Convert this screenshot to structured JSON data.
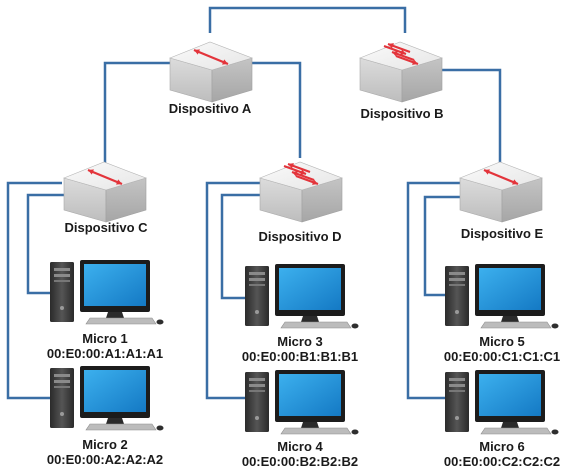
{
  "devices": {
    "a": {
      "label": "Dispositivo A",
      "kind": "hub-icon"
    },
    "b": {
      "label": "Dispositivo B",
      "kind": "switch-icon"
    },
    "c": {
      "label": "Dispositivo C",
      "kind": "hub-icon"
    },
    "d": {
      "label": "Dispositivo D",
      "kind": "switch-icon"
    },
    "e": {
      "label": "Dispositivo E",
      "kind": "hub-icon"
    }
  },
  "computers": [
    {
      "name": "Micro 1",
      "mac": "00:E0:00:A1:A1:A1"
    },
    {
      "name": "Micro 2",
      "mac": "00:E0:00:A2:A2:A2"
    },
    {
      "name": "Micro 3",
      "mac": "00:E0:00:B1:B1:B1"
    },
    {
      "name": "Micro 4",
      "mac": "00:E0:00:B2:B2:B2"
    },
    {
      "name": "Micro 5",
      "mac": "00:E0:00:C1:C1:C1"
    },
    {
      "name": "Micro 6",
      "mac": "00:E0:00:C2:C2:C2"
    }
  ],
  "colors": {
    "link": "#3a6ea5",
    "arrow": "#e3343b",
    "screen": "#1e8fd6",
    "device_top": "#f0f0f0",
    "device_side": "#c8c8c8"
  }
}
